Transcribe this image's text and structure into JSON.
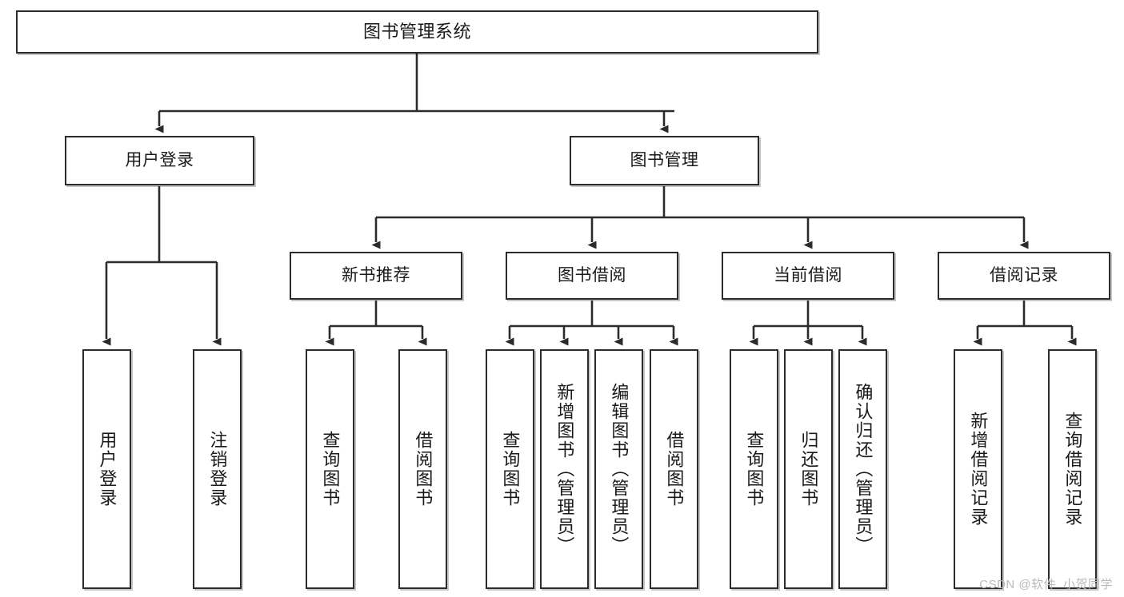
{
  "diagram": {
    "title": "图书管理系统",
    "type": "hierarchical-tree",
    "watermark": "CSDN @软件_小贺同学",
    "colors": {
      "box_border": "#2b2b2b",
      "box_fill": "#ffffff",
      "edge": "#2b2b2b",
      "text": "#1a1a1a",
      "watermark": "#b9b9b9"
    },
    "levels": {
      "level1": {
        "label": "level-1-root"
      },
      "level2": {
        "label": "level-2-modules"
      },
      "level3": {
        "label": "level-3-submodules"
      },
      "level4": {
        "label": "level-4-functions"
      }
    },
    "nodes": {
      "root": {
        "text": "图书管理系统"
      },
      "user_login": {
        "text": "用户登录"
      },
      "book_manage": {
        "text": "图书管理"
      },
      "new_book_rec": {
        "text": "新书推荐"
      },
      "book_borrow": {
        "text": "图书借阅"
      },
      "current_borrow": {
        "text": "当前借阅"
      },
      "borrow_record": {
        "text": "借阅记录"
      },
      "leaf_user_login": {
        "text": "用户登录"
      },
      "leaf_logout": {
        "text": "注销登录"
      },
      "leaf_query_book_1": {
        "text": "查询图书"
      },
      "leaf_borrow_book_1": {
        "text": "借阅图书"
      },
      "leaf_query_book_2": {
        "text": "查询图书"
      },
      "leaf_add_book": {
        "text": "新增图书（管理员）"
      },
      "leaf_edit_book": {
        "text": "编辑图书（管理员）"
      },
      "leaf_borrow_book_2": {
        "text": "借阅图书"
      },
      "leaf_query_book_3": {
        "text": "查询图书"
      },
      "leaf_return_book": {
        "text": "归还图书"
      },
      "leaf_confirm_return": {
        "text": "确认归还（管理员）"
      },
      "leaf_add_record": {
        "text": "新增借阅记录"
      },
      "leaf_query_record": {
        "text": "查询借阅记录"
      }
    }
  }
}
